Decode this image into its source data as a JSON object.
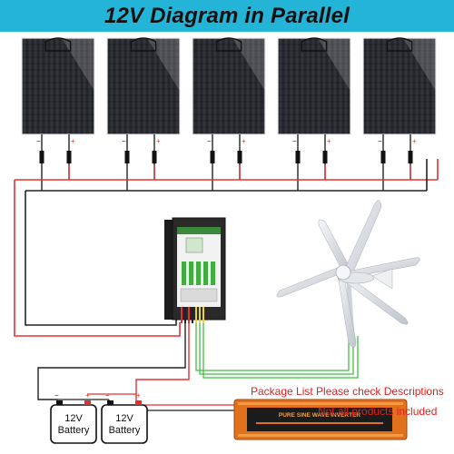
{
  "title": "12V Diagram in Parallel",
  "panels": [
    {
      "id": "panel-1",
      "neg": "−",
      "pos": "+"
    },
    {
      "id": "panel-2",
      "neg": "−",
      "pos": "+"
    },
    {
      "id": "panel-3",
      "neg": "−",
      "pos": "+"
    },
    {
      "id": "panel-4",
      "neg": "−",
      "pos": "+"
    },
    {
      "id": "panel-5",
      "neg": "−",
      "pos": "+"
    }
  ],
  "batteries": [
    {
      "label_line1": "12V",
      "label_line2": "Battery",
      "neg": "−",
      "pos": "+"
    },
    {
      "label_line1": "12V",
      "label_line2": "Battery",
      "neg": "−",
      "pos": "+"
    }
  ],
  "inverter": {
    "brand": "PURE SINE WAVE INVERTER",
    "color": "#e2711d"
  },
  "notes": {
    "line1": "Package List Please check Descriptions",
    "line2": "Not all products included"
  },
  "colors": {
    "banner": "#23b4d8",
    "positive_wire": "#e53030",
    "negative_wire": "#222222",
    "wind_wire": "#3fbf3f",
    "note_text": "#e02020"
  }
}
